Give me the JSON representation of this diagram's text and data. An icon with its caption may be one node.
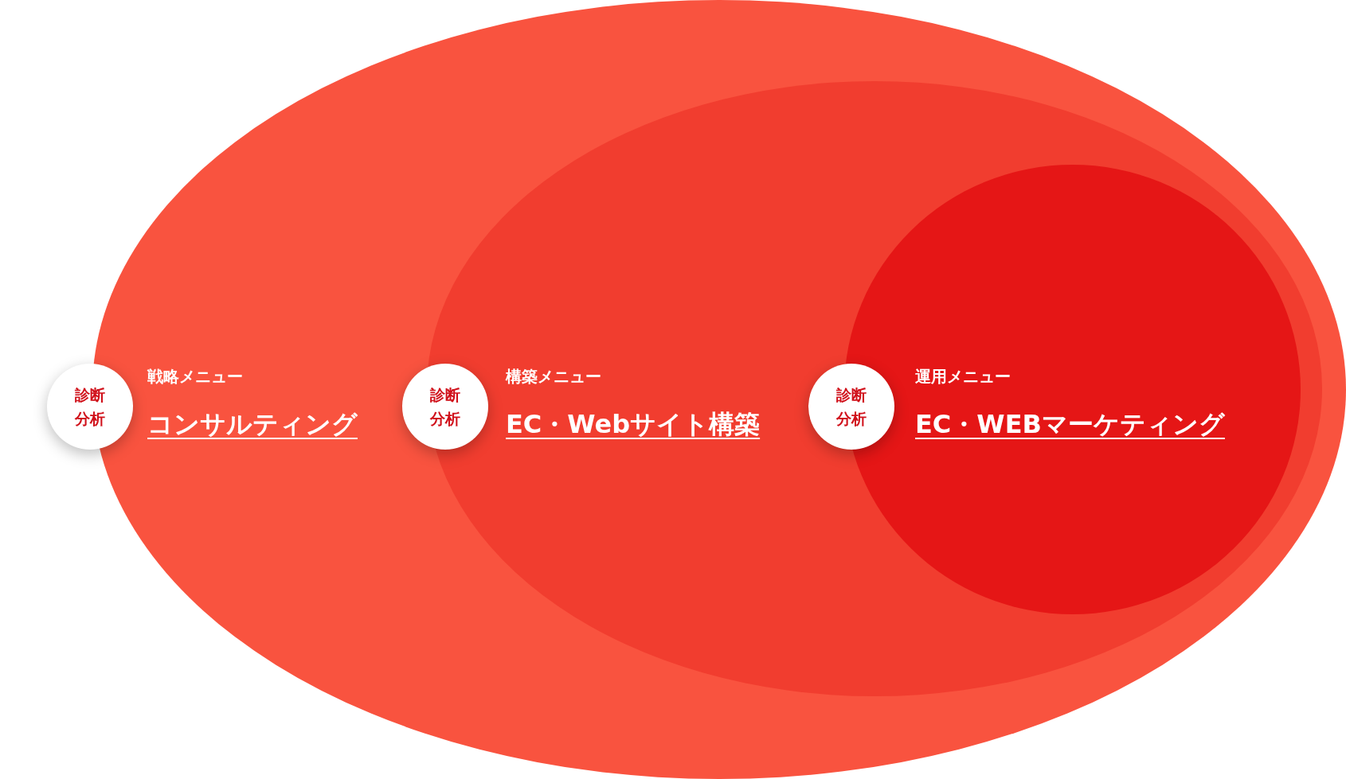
{
  "diagram": {
    "nodes": [
      {
        "text": [
          "戦略メニュー",
          "コンサルティング"
        ]
      },
      {
        "text": [
          "診断分析"
        ]
      },
      {
        "text": [
          "構築メニュー",
          "EC・Webサイト構築"
        ],
        "in": 0
      },
      {
        "text": [
          "診断分析"
        ],
        "in": 0
      },
      {
        "text": [
          "運用メニュー",
          "EC・WEBマーケティング"
        ],
        "in": 2
      },
      {
        "text": [
          "診断分析"
        ],
        "in": 2
      }
    ]
  }
}
